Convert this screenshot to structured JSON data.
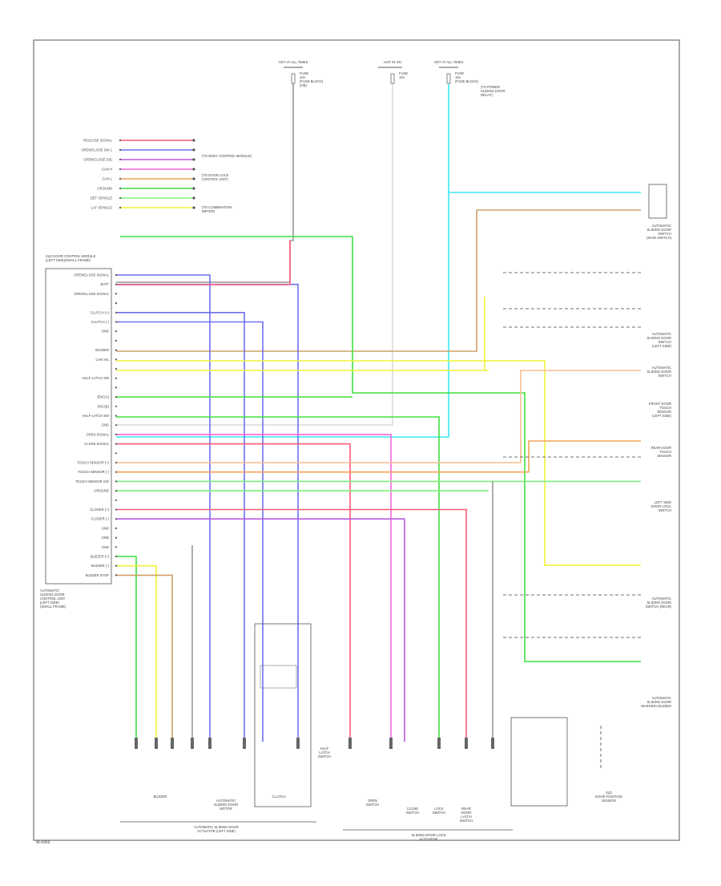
{
  "page_code": "W-4369",
  "module": {
    "title_lines": [
      "AUTOMATIC",
      "SLIDING DOOR",
      "CONTROL UNIT",
      "(LEFT SIDE)",
      "(SMALL FRAME)"
    ],
    "subtitle_lines": [
      "SLD DOOR CONTROL MODULE",
      "(LEFT SIDE)(SMALL FRAME)"
    ],
    "pins": [
      "OPEN/CLOSE SIGNAL",
      "BATT",
      "OPEN/CLOSE SIGNAL",
      "",
      "CLUTCH (+)",
      "CLUTCH (-)",
      "GND",
      "",
      "BUZZER",
      "CAN H/L",
      "",
      "HALF-LATCH SW",
      "",
      "ENC(A)",
      "ENC(B)",
      "HALF-LATCH SW",
      "GND",
      "OPEN SIGNAL",
      "CLOSE SIGNAL",
      "",
      "TOUCH SENSOR (+)",
      "TOUCH SENSOR (-)",
      "TOUCH SENSOR SIG",
      "GROUND",
      "",
      "CLOSER (+)",
      "CLOSER (-)",
      "GND",
      "GND",
      "GND",
      "BUZZER (+)",
      "BUZZER (-)",
      "BUZZER STOP"
    ]
  },
  "top_left_pins": [
    "RELEASE SIGNAL",
    "OPEN/CLOSE SW 1",
    "OPEN/CLOSE SIG",
    "CAN H",
    "CAN L",
    "GROUND",
    "SET VEHICLE",
    "LAT VEHICLE"
  ],
  "top_left_notes": [
    "(TO BODY CONTROL MODULE)",
    "(TO DOOR LOCK",
    "CONTROL UNIT)",
    "(TO COMBINATION",
    "METER)"
  ],
  "fuse_blocks": [
    {
      "name": "HOT AT ALL TIMES",
      "desc": [
        "FUSE",
        "10A",
        "(FUSE BLOCK)",
        "(J/B)"
      ]
    },
    {
      "name": "HOT IN ON",
      "desc": [
        "FUSE",
        "10A"
      ]
    },
    {
      "name": "HOT AT ALL TIMES",
      "desc": [
        "FUSE",
        "15A",
        "(FUSE BLOCK)"
      ]
    }
  ],
  "fuse_note": [
    "(TO POWER",
    "SLIDING DOOR",
    "RELAY)"
  ],
  "right_components": [
    {
      "lines": [
        "AUTOMATIC",
        "SLIDING DOOR",
        "SWITCH",
        "(MAIN SWITCH)"
      ]
    },
    {
      "lines": [
        "AUTOMATIC",
        "SLIDING DOOR",
        "SWITCH",
        "(LEFT SIDE)"
      ]
    },
    {
      "lines": [
        "AUTOMATIC",
        "SLIDING DOOR",
        "SWITCH"
      ]
    },
    {
      "lines": [
        "FRONT DOOR",
        "TOUCH",
        "SENSOR",
        "(LEFT SIDE)"
      ]
    },
    {
      "lines": [
        "REAR DOOR",
        "TOUCH",
        "SENSOR"
      ]
    },
    {
      "lines": [
        "LEFT SIDE",
        "DOOR LOCK",
        "SWITCH"
      ]
    },
    {
      "lines": [
        "AUTOMATIC",
        "SLIDING DOOR",
        "SWITCH (REAR)"
      ]
    },
    {
      "lines": [
        "AUTOMATIC",
        "SLIDING DOOR",
        "WARNING BUZZER"
      ]
    }
  ],
  "bottom_components": [
    {
      "lines": [
        "BUZZER"
      ]
    },
    {
      "lines": [
        "AUTOMATIC",
        "SLIDING DOOR",
        "MOTOR"
      ]
    },
    {
      "lines": [
        "CLUTCH"
      ]
    },
    {
      "lines": [
        "HALF",
        "LATCH",
        "SWITCH"
      ]
    },
    {
      "lines": [
        "OPEN",
        "SWITCH"
      ]
    },
    {
      "lines": [
        "CLOSE",
        "SWITCH"
      ]
    },
    {
      "lines": [
        "LOCK",
        "SWITCH"
      ]
    },
    {
      "lines": [
        "REAR",
        "DOOR",
        "LATCH",
        "SWITCH"
      ]
    },
    {
      "lines": [
        "SLD",
        "DOOR POSITION",
        "SENSOR"
      ]
    }
  ],
  "bottom_brackets": [
    {
      "lines": [
        "AUTOMATIC SLIDING DOOR",
        "ACTUATOR (LEFT SIDE)"
      ]
    },
    {
      "lines": [
        "SLIDING DOOR LOCK",
        "ACTUATOR"
      ]
    }
  ],
  "wire_colors": {
    "red": "#ff5a78",
    "blue": "#6f6ff0",
    "green": "#3fe03f",
    "yellow": "#f2f23a",
    "cyan": "#38e6f0",
    "orange": "#f2a25a",
    "tan": "#cfa068",
    "pink": "#ff66dd",
    "gray": "#999999",
    "black": "#333333",
    "white": "#d8d8d8",
    "purple": "#b85ae0",
    "lgreen": "#7cf07c",
    "peach": "#f5bf90"
  }
}
